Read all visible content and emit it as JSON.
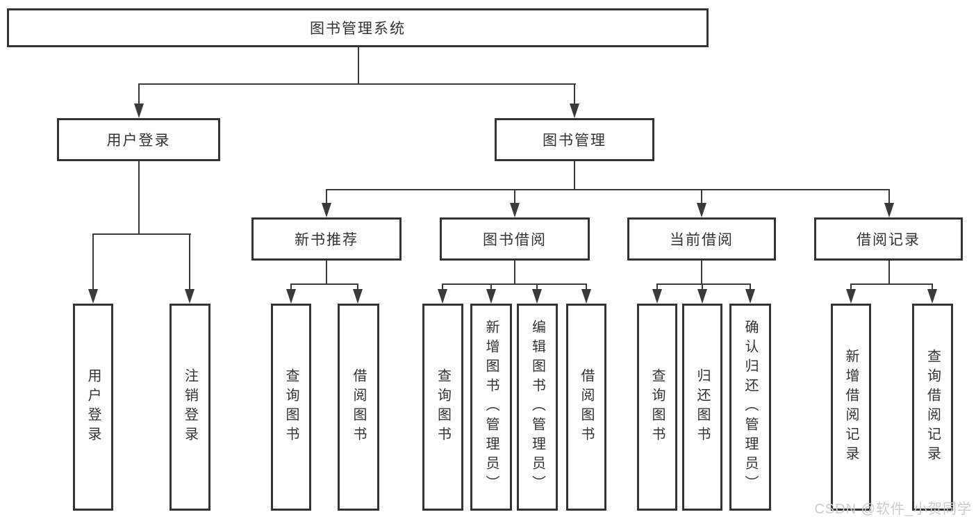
{
  "diagram_title": "图书管理系统",
  "tree": {
    "label": "图书管理系统",
    "children": [
      {
        "label": "用户登录",
        "children": [
          {
            "label": "用户登录"
          },
          {
            "label": "注销登录"
          }
        ]
      },
      {
        "label": "图书管理",
        "children": [
          {
            "label": "新书推荐",
            "children": [
              {
                "label": "查询图书"
              },
              {
                "label": "借阅图书"
              }
            ]
          },
          {
            "label": "图书借阅",
            "children": [
              {
                "label": "查询图书"
              },
              {
                "label": "新增图书（管理员）"
              },
              {
                "label": "编辑图书（管理员）"
              },
              {
                "label": "借阅图书"
              }
            ]
          },
          {
            "label": "当前借阅",
            "children": [
              {
                "label": "查询图书"
              },
              {
                "label": "归还图书"
              },
              {
                "label": "确认归还（管理员）"
              }
            ]
          },
          {
            "label": "借阅记录",
            "children": [
              {
                "label": "新增借阅记录"
              },
              {
                "label": "查询借阅记录"
              }
            ]
          }
        ]
      }
    ]
  },
  "watermark": {
    "text": "CSDN @软件_小贺同学"
  },
  "colors": {
    "line": "#3a3a3a",
    "box_border": "#333333",
    "text": "#333333",
    "watermark": "#cbcbcb",
    "background": "#ffffff"
  }
}
